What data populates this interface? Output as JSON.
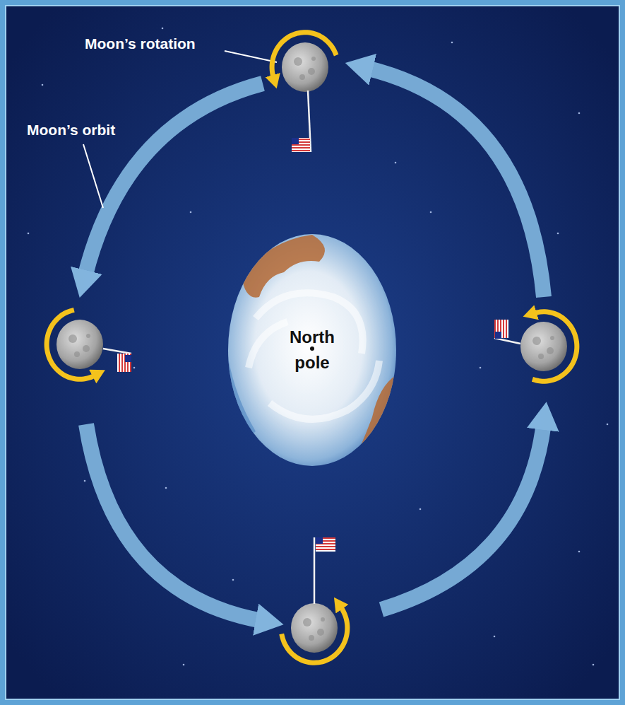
{
  "diagram": {
    "nodes": [
      {
        "text": [
          "North pole"
        ]
      }
    ],
    "labels": [
      "Moon’s rotation",
      "Moon’s orbit"
    ]
  }
}
